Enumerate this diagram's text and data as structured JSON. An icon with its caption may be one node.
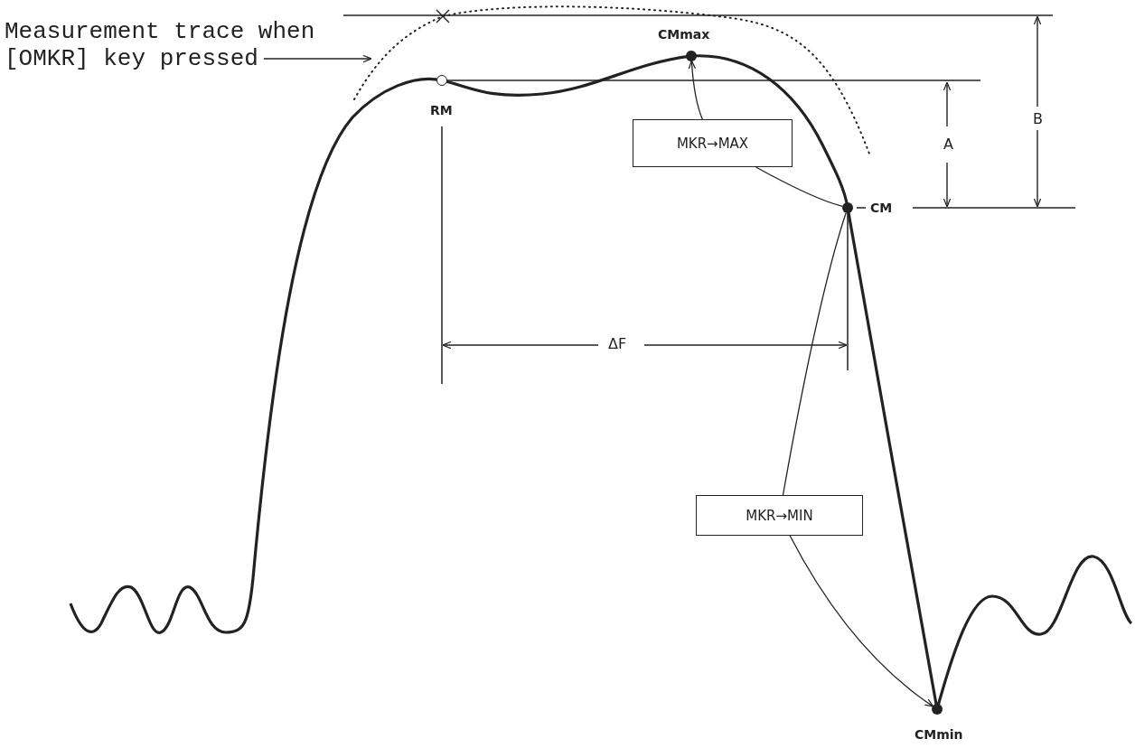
{
  "diagram": {
    "nodes": [
      {
        "text": [
          "Measurement trace when [OMKR] key pressed"
        ]
      },
      {
        "text": [],
        "shape": "circle",
        "beside": [
          "RM"
        ]
      },
      {
        "text": [],
        "shape": "circle",
        "beside": [
          "CMmax"
        ]
      },
      {
        "text": [
          "MKR→MAX"
        ]
      },
      {
        "text": [],
        "shape": "circle",
        "beside": [
          "CM"
        ]
      },
      {
        "text": [
          "MKR→MIN"
        ]
      },
      {
        "text": [],
        "shape": "circle",
        "beside": [
          "CMmin"
        ]
      }
    ],
    "edges": [
      {
        "from": 0,
        "to": null,
        "arrow": "to"
      },
      {
        "from": 4,
        "to": 3,
        "arrow": "none"
      },
      {
        "from": 3,
        "to": 2,
        "arrow": "to"
      },
      {
        "from": 4,
        "to": 5,
        "arrow": "none"
      },
      {
        "from": 5,
        "to": 6,
        "arrow": "to"
      }
    ],
    "labels": [
      "A",
      "B",
      "ΔF"
    ]
  }
}
